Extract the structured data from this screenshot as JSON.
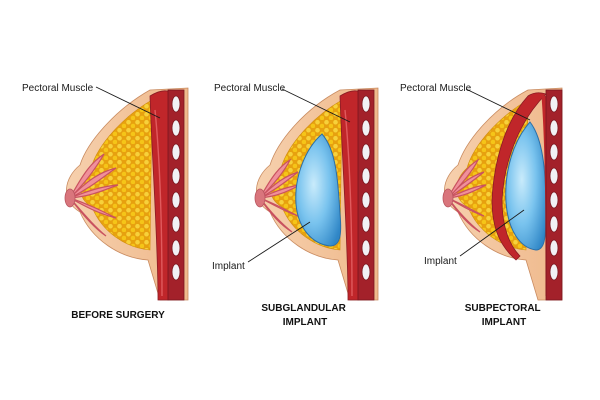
{
  "panels": [
    {
      "id": "before",
      "pectoral_label": "Pectoral Muscle",
      "caption_lines": [
        "BEFORE SURGERY"
      ]
    },
    {
      "id": "subglandular",
      "pectoral_label": "Pectoral Muscle",
      "implant_label": "Implant",
      "caption_lines": [
        "SUBGLANDULAR",
        "IMPLANT"
      ]
    },
    {
      "id": "subpectoral",
      "pectoral_label": "Pectoral Muscle",
      "implant_label": "Implant",
      "caption_lines": [
        "SUBPECTORAL",
        "IMPLANT"
      ]
    }
  ],
  "colors": {
    "skin": "#f3c49a",
    "fat": "#f5c518",
    "muscle": "#c0262a",
    "rib": "#8a1c24",
    "implant": "#4aa3df",
    "gland": "#e8707c"
  }
}
